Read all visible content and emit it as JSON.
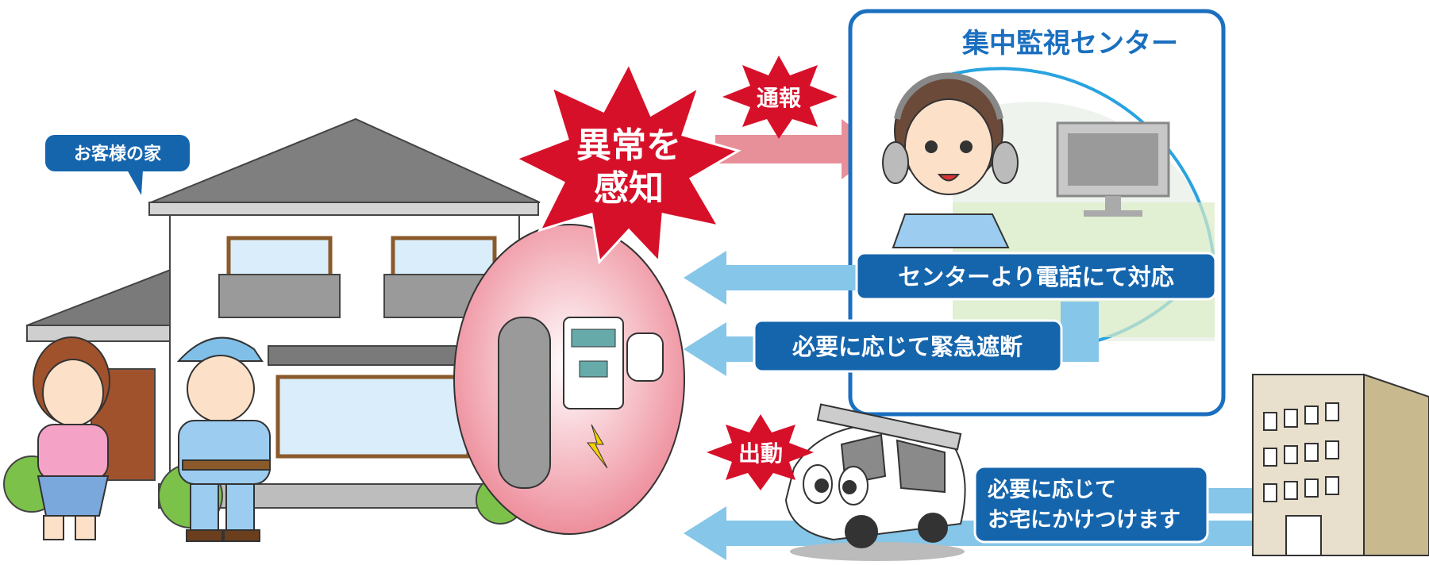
{
  "home_label": "お客様の家",
  "alert_burst": {
    "line1": "異常を",
    "line2": "感知"
  },
  "report_burst": "通報",
  "dispatch_burst": "出動",
  "center": {
    "title": "集中監視センター",
    "phone_response": "センターより電話にて対応",
    "emergency_shutoff": "必要に応じて緊急遮断"
  },
  "dispatch_box": {
    "line1": "必要に応じて",
    "line2": "お宅にかけつけます"
  },
  "colors": {
    "blue_box": "#1565ad",
    "red_burst": "#d7102a",
    "pink_arrow": "#e8909a",
    "light_blue_arrow": "#86c6e8",
    "center_border": "#1a6fbf"
  }
}
